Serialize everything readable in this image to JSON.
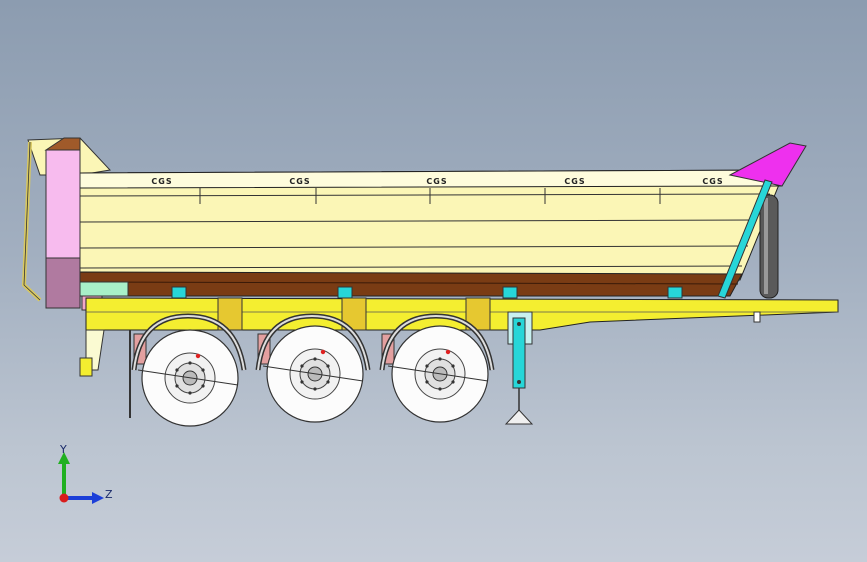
{
  "viewport": {
    "model_markings": [
      "CGS",
      "CGS",
      "CGS",
      "CGS",
      "CGS"
    ]
  },
  "triad": {
    "y_label": "Y",
    "z_label": "Z"
  },
  "colors": {
    "body_cream": "#fbf6b6",
    "frame_yellow": "#f4ee30",
    "floor_brown": "#7a3c14",
    "front_pink": "#f7bbee",
    "tailgate_magenta": "#ee30ee",
    "cylinder_cyan": "#27d6d8",
    "ram_dark": "#555555",
    "axis_y": "#20b020",
    "axis_z": "#1c3fd8",
    "origin_red": "#d81c1c"
  },
  "wheels": [
    {
      "axle": 1
    },
    {
      "axle": 2
    },
    {
      "axle": 3
    }
  ]
}
